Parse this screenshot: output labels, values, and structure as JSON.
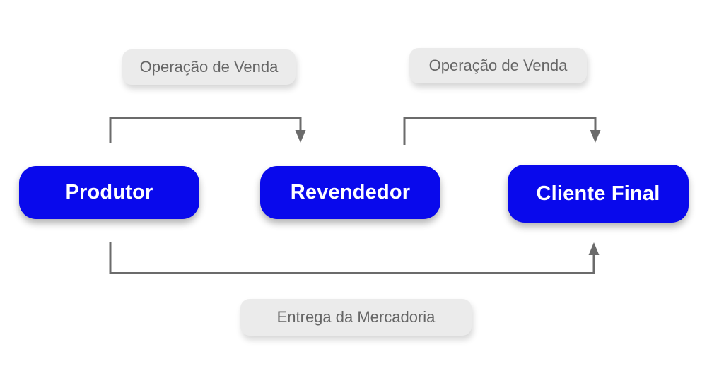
{
  "diagram": {
    "nodes": [
      {
        "id": "produtor",
        "label": "Produtor"
      },
      {
        "id": "revendedor",
        "label": "Revendedor"
      },
      {
        "id": "cliente-final",
        "label": "Cliente Final"
      }
    ],
    "flow_labels": [
      {
        "id": "operacao-venda-1",
        "text": "Operação de Venda"
      },
      {
        "id": "operacao-venda-2",
        "text": "Operação de Venda"
      },
      {
        "id": "entrega-mercadoria",
        "text": "Entrega da Mercadoria"
      }
    ],
    "edges": [
      {
        "from": "Produtor",
        "to": "Revendedor",
        "label": "Operação de Venda",
        "position": "top"
      },
      {
        "from": "Revendedor",
        "to": "Cliente Final",
        "label": "Operação de Venda",
        "position": "top"
      },
      {
        "from": "Produtor",
        "to": "Cliente Final",
        "label": "Entrega da Mercadoria",
        "position": "bottom"
      }
    ],
    "colors": {
      "node_bg": "#0909ec",
      "node_text": "#ffffff",
      "connector": "#6b6b6b",
      "label_bg": "#ebebeb",
      "label_text": "#666666",
      "background": "#ffffff"
    }
  }
}
